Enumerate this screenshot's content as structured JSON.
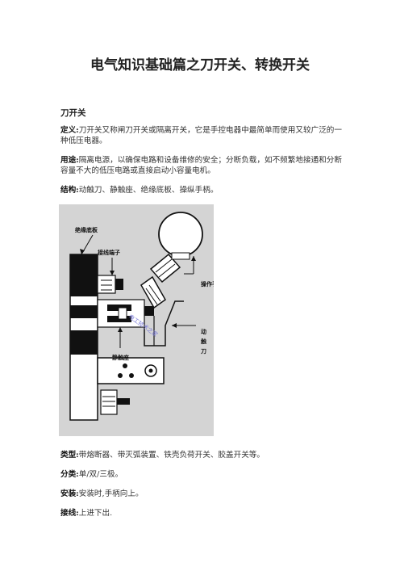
{
  "title": "电气知识基础篇之刀开关、转换开关",
  "section_heading": "刀开关",
  "paragraphs_top": [
    {
      "label": "定义:",
      "text": "刀开关又称闸刀开关或隔离开关，它是手控电器中最简单而使用又较广泛的一种低压电器。"
    },
    {
      "label": "用途:",
      "text": "隔离电源，以确保电路和设备维修的安全；分断负载，如不频繁地接通和分断容量不大的低压电路或直接启动小容量电机。"
    },
    {
      "label": "结构:",
      "text": "动触刀、静触座、绝缘底板、操纵手柄。"
    }
  ],
  "figure": {
    "labels": {
      "insulating_base": "绝缘底板",
      "terminal": "接线端子",
      "handle": "操作手柄",
      "moving_blade": "动触刀",
      "static_seat": "静触座"
    },
    "watermark": "电工技术之家"
  },
  "paragraphs_bottom": [
    {
      "label": "类型:",
      "text": "带熔断器、带灭弧装置、铁壳负荷开关、胶盖开关等。"
    },
    {
      "label": "分类:",
      "text": "单/双/三极。"
    },
    {
      "label": "安装:",
      "text": "安装时,手柄向上。"
    },
    {
      "label": "接线:",
      "text": "上进下出."
    }
  ]
}
